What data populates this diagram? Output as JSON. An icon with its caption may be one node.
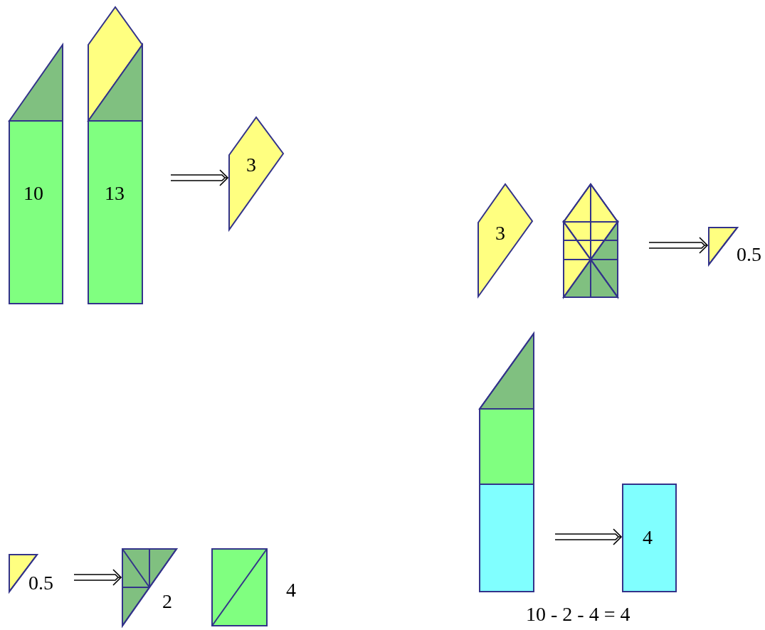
{
  "diagram": {
    "nodes": [
      {
        "text": [
          "10"
        ]
      },
      {
        "text": [
          "13"
        ]
      },
      {
        "text": [
          "3"
        ]
      },
      {
        "text": [
          "3"
        ]
      },
      {
        "text": [],
        "shape": "pentagon"
      },
      {
        "text": [],
        "shape": "triangle",
        "beside": [
          "0.5"
        ]
      },
      {
        "text": [],
        "shape": "bar"
      },
      {
        "text": [
          "4"
        ]
      },
      {
        "text": [],
        "shape": "triangle",
        "beside": [
          "0.5"
        ]
      },
      {
        "text": [],
        "shape": "triangle",
        "beside": [
          "2"
        ]
      },
      {
        "text": [],
        "shape": "box",
        "beside": [
          "4"
        ]
      }
    ],
    "edges": [
      {
        "from": 1,
        "to": 2,
        "arrow": "to"
      },
      {
        "from": 4,
        "to": 5,
        "arrow": "to"
      },
      {
        "from": 6,
        "to": 7,
        "arrow": "to"
      },
      {
        "from": 8,
        "to": 9,
        "arrow": "to"
      }
    ],
    "labels": [
      "10 - 2 - 4 = 4"
    ]
  }
}
